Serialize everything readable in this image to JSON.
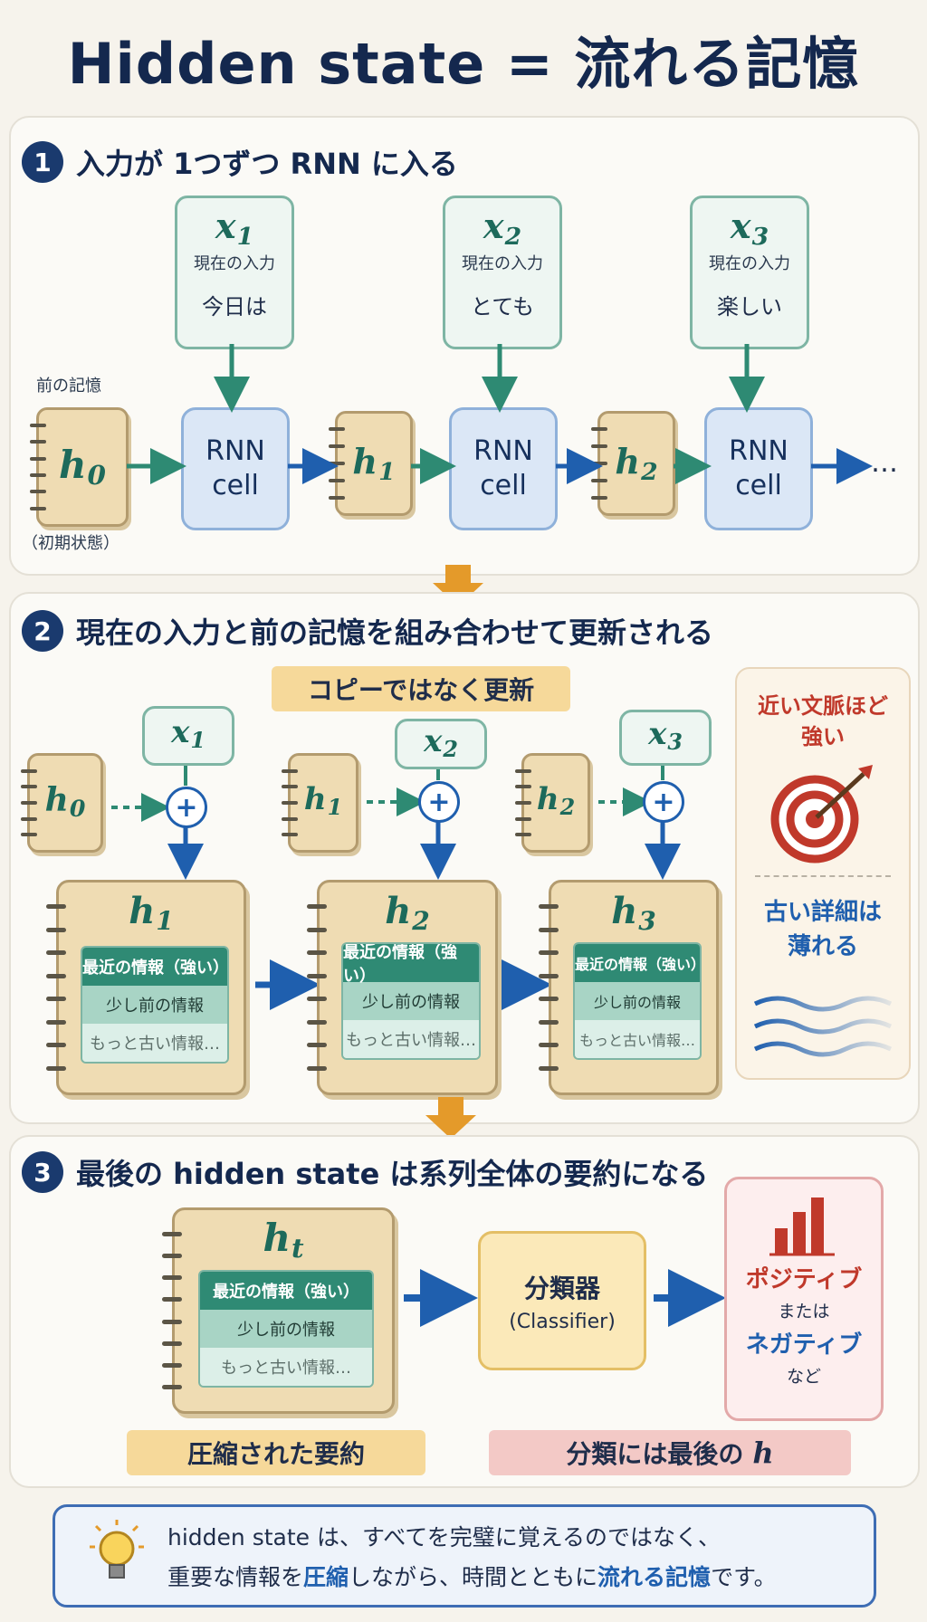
{
  "title": "Hidden state = 流れる記憶",
  "sections": [
    {
      "num": "1",
      "title": "入力が 1つずつ RNN に入る"
    },
    {
      "num": "2",
      "title": "現在の入力と前の記憶を組み合わせて更新される"
    },
    {
      "num": "3",
      "title": "最後の hidden state は系列全体の要約になる"
    }
  ],
  "s1": {
    "prev_memory_label": "前の記憶",
    "initial_state_label": "（初期状態）",
    "ellipsis": "…",
    "inputs": [
      {
        "sym": "x",
        "sub": "1",
        "label": "現在の入力",
        "word": "今日は"
      },
      {
        "sym": "x",
        "sub": "2",
        "label": "現在の入力",
        "word": "とても"
      },
      {
        "sym": "x",
        "sub": "3",
        "label": "現在の入力",
        "word": "楽しい"
      }
    ],
    "states": [
      {
        "sym": "h",
        "sub": "0"
      },
      {
        "sym": "h",
        "sub": "1"
      },
      {
        "sym": "h",
        "sub": "2"
      }
    ],
    "cell_line1": "RNN",
    "cell_line2": "cell"
  },
  "s2": {
    "banner": "コピーではなく更新",
    "plus": "+",
    "groups": [
      {
        "prev": {
          "sym": "h",
          "sub": "0"
        },
        "x": {
          "sym": "x",
          "sub": "1"
        },
        "out": {
          "sym": "h",
          "sub": "1"
        }
      },
      {
        "prev": {
          "sym": "h",
          "sub": "1"
        },
        "x": {
          "sym": "x",
          "sub": "2"
        },
        "out": {
          "sym": "h",
          "sub": "2"
        }
      },
      {
        "prev": {
          "sym": "h",
          "sub": "2"
        },
        "x": {
          "sym": "x",
          "sub": "3"
        },
        "out": {
          "sym": "h",
          "sub": "3"
        }
      }
    ],
    "info_rows": [
      "最近の情報（強い）",
      "少し前の情報",
      "もっと古い情報…"
    ],
    "side_top_line1": "近い文脈ほど",
    "side_top_line2": "強い",
    "side_bottom_line1": "古い詳細は",
    "side_bottom_line2": "薄れる"
  },
  "s3": {
    "final_state": {
      "sym": "h",
      "sub": "t"
    },
    "info_rows": [
      "最近の情報（強い）",
      "少し前の情報",
      "もっと古い情報…"
    ],
    "compressed_label": "圧縮された要約",
    "classifier_line1": "分類器",
    "classifier_line2": "(Classifier)",
    "out_positive": "ポジティブ",
    "out_or": "または",
    "out_negative": "ネガティブ",
    "out_etc": "など",
    "last_h_label": "分類には最後の",
    "last_h_sym": "h"
  },
  "bottom": {
    "line1": "hidden state は、すべてを完璧に覚えるのではなく、",
    "line2_a": "重要な情報を",
    "line2_b": "圧縮",
    "line2_c": "しながら、時間とともに",
    "line2_d": "流れる記憶",
    "line2_e": "です。"
  },
  "colors": {
    "navy": "#14284e",
    "teal": "#2e8a73",
    "blue_arrow": "#1f5fae",
    "orange_arrow": "#e49a2a",
    "red": "#c0392b"
  }
}
